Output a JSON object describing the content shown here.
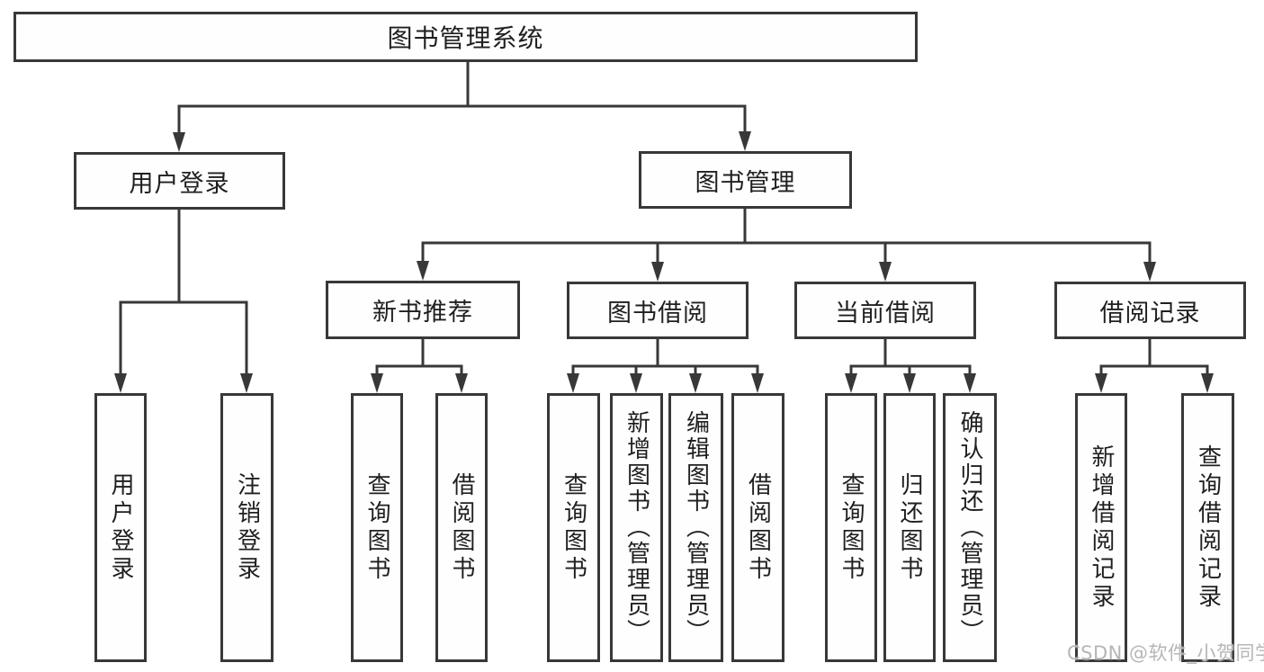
{
  "root": {
    "label": "图书管理系统",
    "children": [
      {
        "label": "用户登录",
        "children": [
          {
            "label": "用户登录"
          },
          {
            "label": "注销登录"
          }
        ]
      },
      {
        "label": "图书管理",
        "children": [
          {
            "label": "新书推荐",
            "children": [
              {
                "label": "查询图书"
              },
              {
                "label": "借阅图书"
              }
            ]
          },
          {
            "label": "图书借阅",
            "children": [
              {
                "label": "查询图书"
              },
              {
                "label": "新增图书（管理员）"
              },
              {
                "label": "编辑图书（管理员）"
              },
              {
                "label": "借阅图书"
              }
            ]
          },
          {
            "label": "当前借阅",
            "children": [
              {
                "label": "查询图书"
              },
              {
                "label": "归还图书"
              },
              {
                "label": "确认归还（管理员）"
              }
            ]
          },
          {
            "label": "借阅记录",
            "children": [
              {
                "label": "新增借阅记录"
              },
              {
                "label": "查询借阅记录"
              }
            ]
          }
        ]
      }
    ]
  },
  "watermark": {
    "text": "CSDN @软件_小贺同学"
  },
  "colors": {
    "line": "#383838",
    "box_border": "#383838",
    "background": "#ffffff",
    "text": "#1f1f1f",
    "watermark": "#b6b6b6"
  }
}
